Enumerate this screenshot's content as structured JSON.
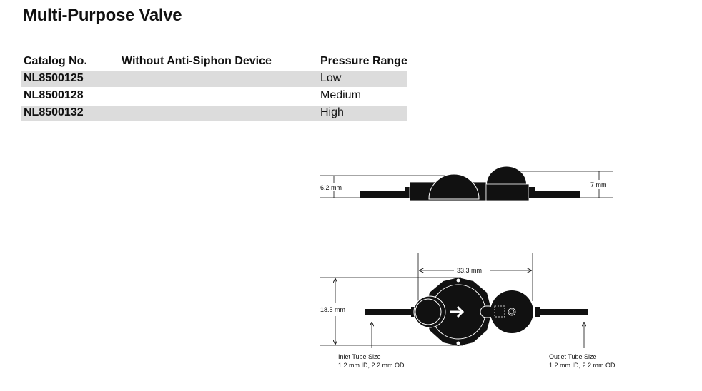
{
  "title": "Multi-Purpose Valve",
  "table": {
    "headers": [
      "Catalog No.",
      "Without Anti-Siphon Device",
      "Pressure Range"
    ],
    "rows": [
      {
        "catalog": "NL8500125",
        "device": "",
        "pressure": "Low"
      },
      {
        "catalog": "NL8500128",
        "device": "",
        "pressure": "Medium"
      },
      {
        "catalog": "NL8500132",
        "device": "",
        "pressure": "High"
      }
    ]
  },
  "side_view": {
    "left_height": "6.2 mm",
    "right_height": "7 mm"
  },
  "top_view": {
    "length": "33.3 mm",
    "width": "18.5 mm",
    "inlet_label": "Inlet Tube Size",
    "inlet_size": "1.2 mm ID, 2.2 mm OD",
    "outlet_label": "Outlet Tube Size",
    "outlet_size": "1.2 mm ID, 2.2 mm OD"
  }
}
